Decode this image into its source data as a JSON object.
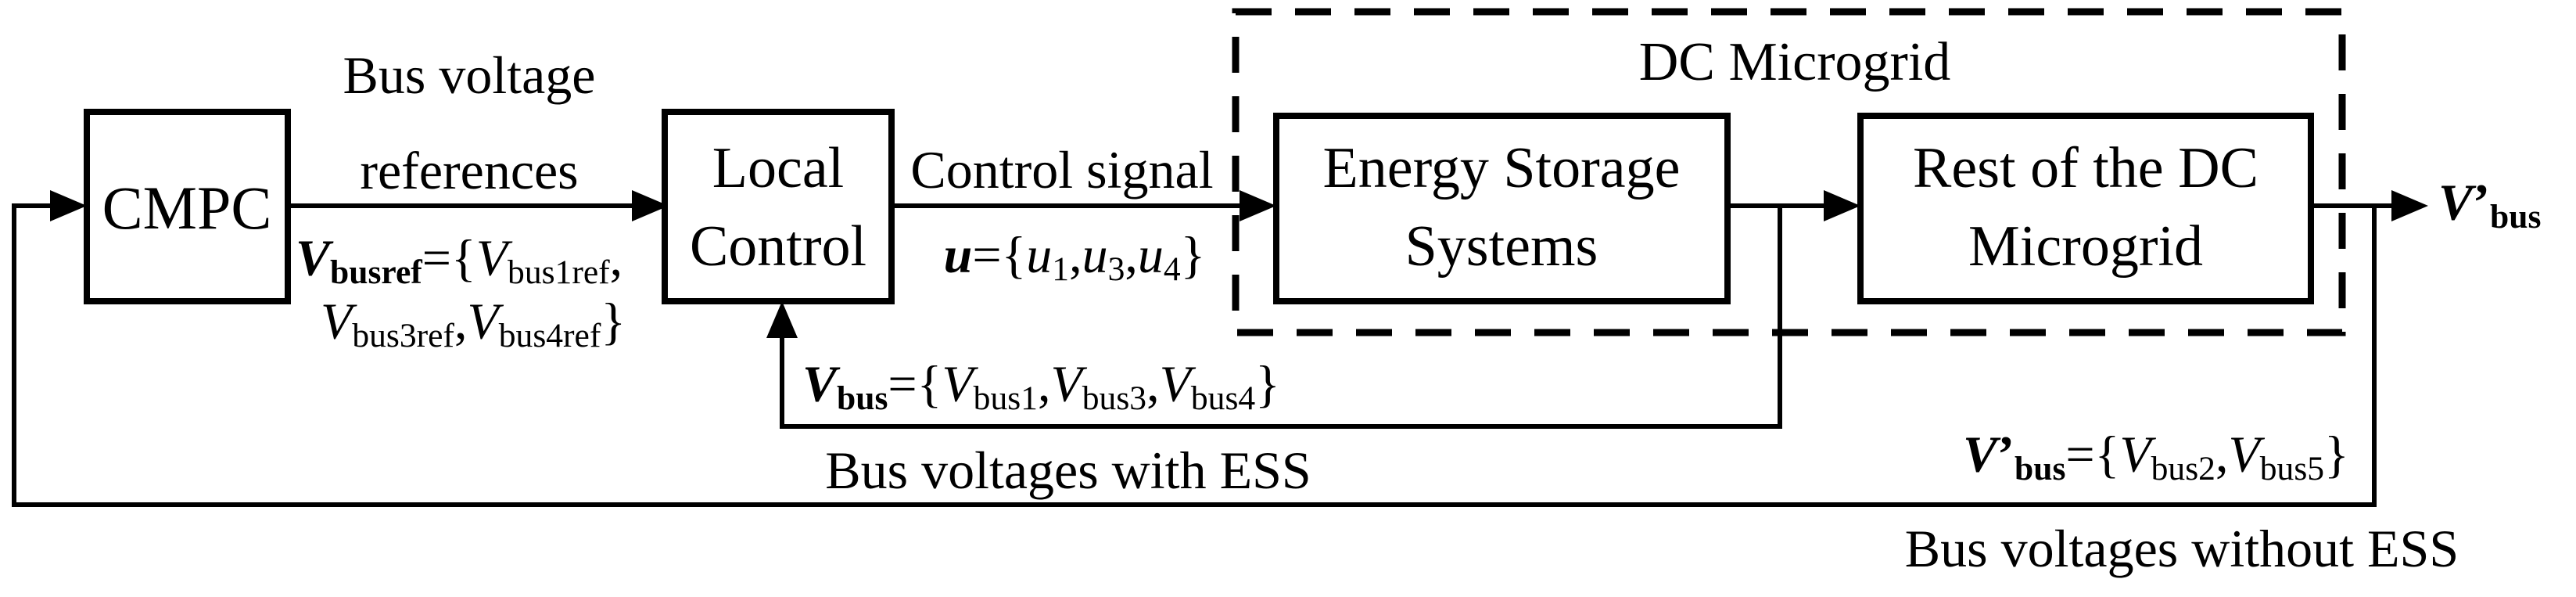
{
  "diagram": {
    "background": "#ffffff",
    "stroke_color": "#000000",
    "blocks": {
      "cmpc": {
        "label": "CMPC"
      },
      "local_control": {
        "line1": "Local",
        "line2": "Control"
      },
      "dc_microgrid": {
        "label": "DC Microgrid"
      },
      "ess": {
        "line1": "Energy Storage",
        "line2": "Systems"
      },
      "rest_of_grid": {
        "line1": "Rest of the DC",
        "line2": "Microgrid"
      }
    },
    "labels": {
      "bus_voltage_refs_line1": "Bus voltage",
      "bus_voltage_refs_line2": "references",
      "control_signal": "Control signal",
      "bus_voltages_with_ess": "Bus voltages with ESS",
      "bus_voltages_without_ess": "Bus voltages without ESS"
    },
    "math": {
      "vbusref_line1": [
        {
          "t": "V",
          "c": "bi"
        },
        {
          "t": "busref",
          "c": "bsub"
        },
        {
          "t": "=",
          "c": "r"
        },
        {
          "t": "{",
          "c": "r"
        },
        {
          "t": "V",
          "c": "i"
        },
        {
          "t": "bus1ref",
          "c": "sub"
        },
        {
          "t": ",",
          "c": "r"
        }
      ],
      "vbusref_line2": [
        {
          "t": "V",
          "c": "i"
        },
        {
          "t": "bus3ref",
          "c": "sub"
        },
        {
          "t": ",",
          "c": "r"
        },
        {
          "t": "V",
          "c": "i"
        },
        {
          "t": "bus4ref",
          "c": "sub"
        },
        {
          "t": "}",
          "c": "r"
        }
      ],
      "u_set": [
        {
          "t": "u",
          "c": "bi"
        },
        {
          "t": "=",
          "c": "r"
        },
        {
          "t": "{",
          "c": "r"
        },
        {
          "t": "u",
          "c": "i"
        },
        {
          "t": "1",
          "c": "sub"
        },
        {
          "t": ",",
          "c": "r"
        },
        {
          "t": "u",
          "c": "i"
        },
        {
          "t": "3",
          "c": "sub"
        },
        {
          "t": ",",
          "c": "r"
        },
        {
          "t": "u",
          "c": "i"
        },
        {
          "t": "4",
          "c": "sub"
        },
        {
          "t": "}",
          "c": "r"
        }
      ],
      "vbus_set": [
        {
          "t": "V",
          "c": "bi"
        },
        {
          "t": "bus",
          "c": "bsub"
        },
        {
          "t": "=",
          "c": "r"
        },
        {
          "t": "{",
          "c": "r"
        },
        {
          "t": "V",
          "c": "i"
        },
        {
          "t": "bus1",
          "c": "sub"
        },
        {
          "t": ",",
          "c": "r"
        },
        {
          "t": "V",
          "c": "i"
        },
        {
          "t": "bus3",
          "c": "sub"
        },
        {
          "t": ",",
          "c": "r"
        },
        {
          "t": "V",
          "c": "i"
        },
        {
          "t": "bus4",
          "c": "sub"
        },
        {
          "t": "}",
          "c": "r"
        }
      ],
      "vbus_out": [
        {
          "t": "V",
          "c": "bi"
        },
        {
          "t": "’",
          "c": "b"
        },
        {
          "t": "bus",
          "c": "bsub"
        }
      ],
      "vprime_set": [
        {
          "t": "V",
          "c": "bi"
        },
        {
          "t": "’",
          "c": "b"
        },
        {
          "t": "bus",
          "c": "bsub"
        },
        {
          "t": "=",
          "c": "r"
        },
        {
          "t": "{",
          "c": "r"
        },
        {
          "t": "V",
          "c": "i"
        },
        {
          "t": "bus2",
          "c": "sub"
        },
        {
          "t": ",",
          "c": "r"
        },
        {
          "t": "V",
          "c": "i"
        },
        {
          "t": "bus5",
          "c": "sub"
        },
        {
          "t": "}",
          "c": "r"
        }
      ]
    }
  }
}
